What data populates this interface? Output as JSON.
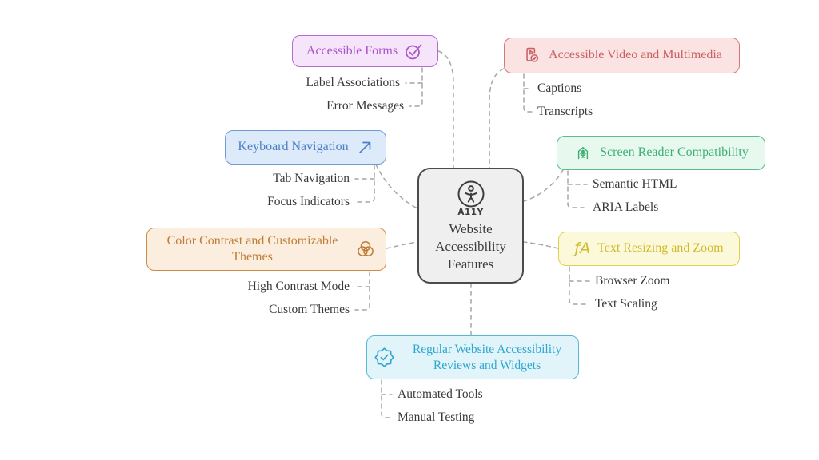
{
  "diagram_title": "Website Accessibility Features",
  "background_color": "#ffffff",
  "connector_color": "#a6a6a6",
  "center": {
    "icon": "accessibility-person-icon",
    "badge": "A11Y",
    "label": "Website Accessibility Features",
    "colors": {
      "border": "#4c4c4c",
      "background": "#efefef",
      "text": "#3d3d3d"
    }
  },
  "branches": [
    {
      "id": "accessible-forms",
      "label": "Accessible Forms",
      "icon": "circle-check-icon",
      "icon_side": "right",
      "colors": {
        "border": "#b76ad1",
        "background": "#f6e4fb",
        "text": "#a855c8"
      },
      "children": [
        "Label Associations",
        "Error Messages"
      ]
    },
    {
      "id": "accessible-video-and-multimedia",
      "label": "Accessible Video and Multimedia",
      "icon": "file-video-check-icon",
      "icon_side": "left",
      "colors": {
        "border": "#d87676",
        "background": "#fbe3e3",
        "text": "#c96262"
      },
      "children": [
        "Captions",
        "Transcripts"
      ]
    },
    {
      "id": "keyboard-navigation",
      "label": "Keyboard Navigation",
      "icon": "arrow-up-right-icon",
      "icon_side": "right",
      "colors": {
        "border": "#6f9ad6",
        "background": "#ddeafa",
        "text": "#4d7fc4"
      },
      "children": [
        "Tab Navigation",
        "Focus Indicators"
      ]
    },
    {
      "id": "screen-reader-compatibility",
      "label": "Screen Reader Compatibility",
      "icon": "screen-reader-microphone-icon",
      "icon_side": "left",
      "colors": {
        "border": "#5abc8b",
        "background": "#e7f9ef",
        "text": "#3fae74"
      },
      "children": [
        "Semantic HTML",
        "ARIA Labels"
      ]
    },
    {
      "id": "color-contrast-and-customizable-themes",
      "label": "Color Contrast and Customizable Themes",
      "icon": "color-wheel-circles-icon",
      "icon_side": "right",
      "colors": {
        "border": "#cf8a44",
        "background": "#fbeede",
        "text": "#c07c36"
      },
      "children": [
        "High Contrast Mode",
        "Custom Themes"
      ]
    },
    {
      "id": "text-resizing-and-zoom",
      "label": "Text Resizing and Zoom",
      "icon": "font-resize-icon",
      "icon_glyph": "ƒA",
      "icon_side": "left",
      "colors": {
        "border": "#ded04f",
        "background": "#fcf9da",
        "text": "#cfba2e"
      },
      "children": [
        "Browser Zoom",
        "Text Scaling"
      ]
    },
    {
      "id": "regular-website-accessibility-reviews-and-widgets",
      "label": "Regular Website Accessibility Reviews and Widgets",
      "icon": "badge-check-icon",
      "icon_side": "left",
      "colors": {
        "border": "#55b8d9",
        "background": "#e1f4fa",
        "text": "#2ea6cf"
      },
      "children": [
        "Automated Tools",
        "Manual Testing"
      ]
    }
  ]
}
